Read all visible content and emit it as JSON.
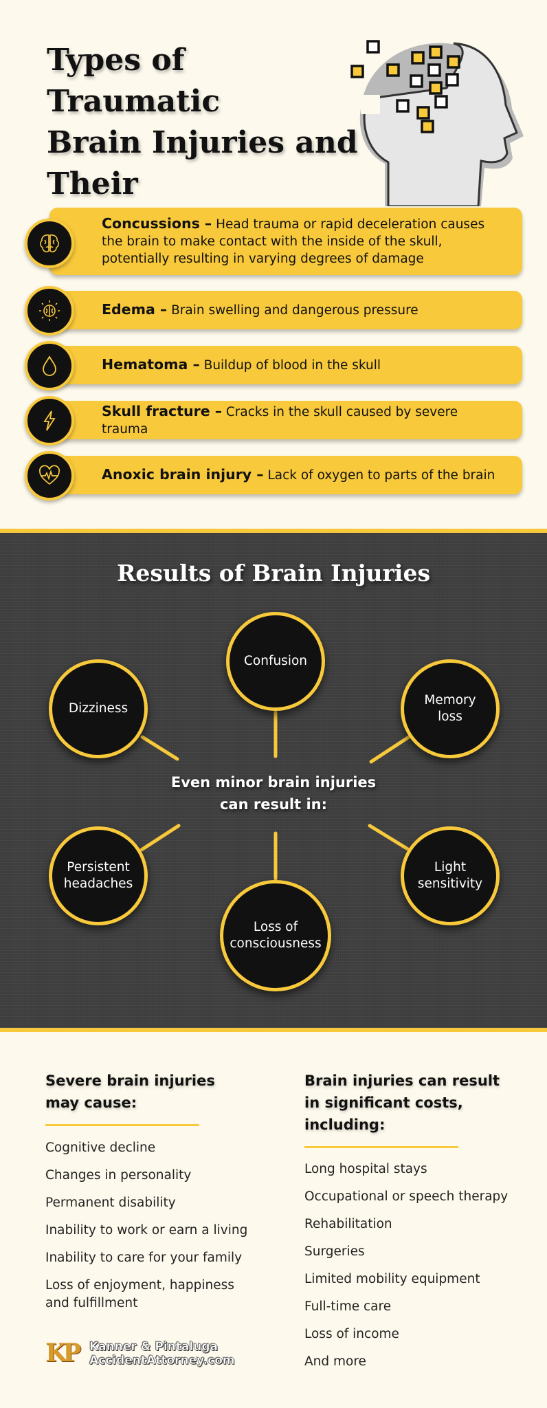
{
  "header": {
    "title_lines": [
      "Types of Traumatic",
      "Brain Injuries and",
      "Their Consequences"
    ]
  },
  "injury_types": [
    {
      "icon": "brain-icon",
      "name": "Concussions –",
      "desc": "Head trauma or rapid deceleration causes the brain to make contact with the inside of the skull, potentially resulting in varying degrees of damage"
    },
    {
      "icon": "brain-glow-icon",
      "name": "Edema –",
      "desc": "Brain swelling and dangerous pressure"
    },
    {
      "icon": "blood-drop-icon",
      "name": "Hematoma –",
      "desc": "Buildup of blood in the skull"
    },
    {
      "icon": "lightning-icon",
      "name": "Skull fracture –",
      "desc": "Cracks in the skull caused by severe trauma"
    },
    {
      "icon": "heart-pulse-icon",
      "name": "Anoxic brain injury –",
      "desc": "Lack of oxygen to parts of the brain"
    }
  ],
  "results": {
    "title": "Results of Brain Injuries",
    "center_lines": [
      "Even minor brain injuries",
      "can result in:"
    ],
    "items": [
      {
        "label": "Confusion"
      },
      {
        "label": "Dizziness"
      },
      {
        "label": "Memory loss"
      },
      {
        "label": "Persistent headaches"
      },
      {
        "label": "Light sensitivity"
      },
      {
        "label": "Loss of consciousness"
      }
    ]
  },
  "severe": {
    "heading_lines": [
      "Severe brain injuries",
      "may cause:"
    ],
    "items": [
      "Cognitive decline",
      "Changes in personality",
      "Permanent disability",
      "Inability to work or earn a living",
      "Inability to care for your family",
      "Loss of enjoyment, happiness and fulfillment"
    ]
  },
  "costs": {
    "heading_lines": [
      "Brain injuries can result",
      "in significant costs,",
      "including:"
    ],
    "items": [
      "Long hospital stays",
      "Occupational or speech therapy",
      "Rehabilitation",
      "Surgeries",
      "Limited mobility equipment",
      "Full-time care",
      "Loss of income",
      "And more"
    ]
  },
  "logo": {
    "mark": "KP",
    "line1": "Kanner & Pintaluga",
    "line2": "AccidentAttorney.com"
  },
  "colors": {
    "accent": "#f8c93b",
    "dark": "#404040",
    "background": "#fdf9ec",
    "text": "#111111"
  }
}
